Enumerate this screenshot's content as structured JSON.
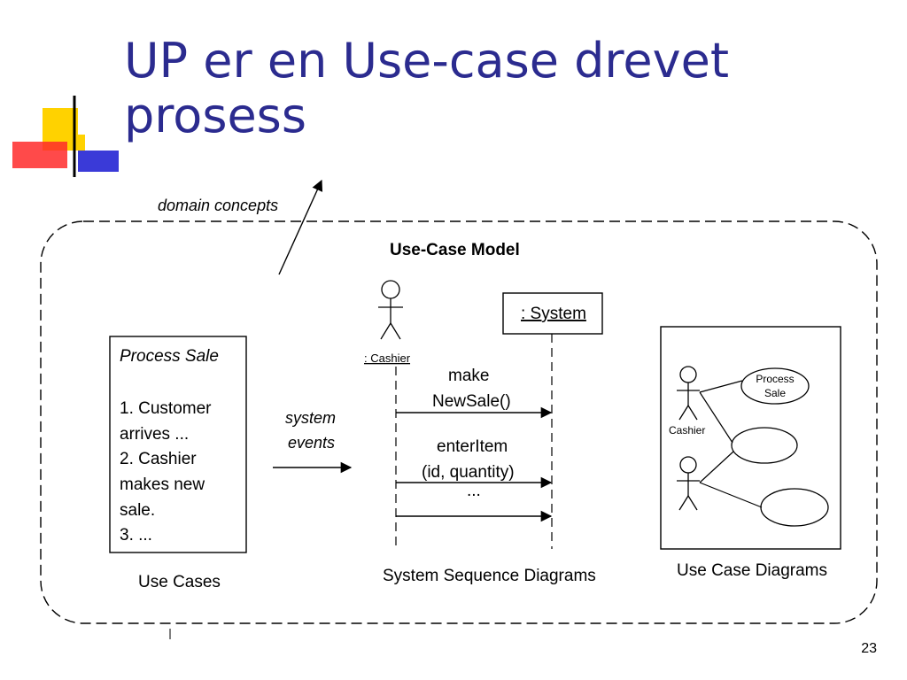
{
  "slide": {
    "title_line1": "UP er en Use-case drevet",
    "title_line2": "prosess",
    "page_number": "23",
    "title_color": "#2b2b8f"
  },
  "diagram": {
    "domain_concepts_label": "domain concepts",
    "model_title": "Use-Case Model",
    "use_cases": {
      "card_title": "Process Sale",
      "steps": [
        "1. Customer",
        "arrives ...",
        "2. Cashier",
        "makes new",
        "sale.",
        "3. ..."
      ],
      "caption": "Use Cases"
    },
    "system_events_label": [
      "system",
      "events"
    ],
    "sequence": {
      "actor_label": ": Cashier",
      "system_label": ": System",
      "messages": [
        "make",
        "NewSale()",
        "enterItem",
        "(id, quantity)",
        "..."
      ],
      "caption": "System Sequence Diagrams"
    },
    "use_case_diagram": {
      "actor_label": "Cashier",
      "ellipse_label": [
        "Process",
        "Sale"
      ],
      "caption": "Use Case Diagrams"
    }
  }
}
